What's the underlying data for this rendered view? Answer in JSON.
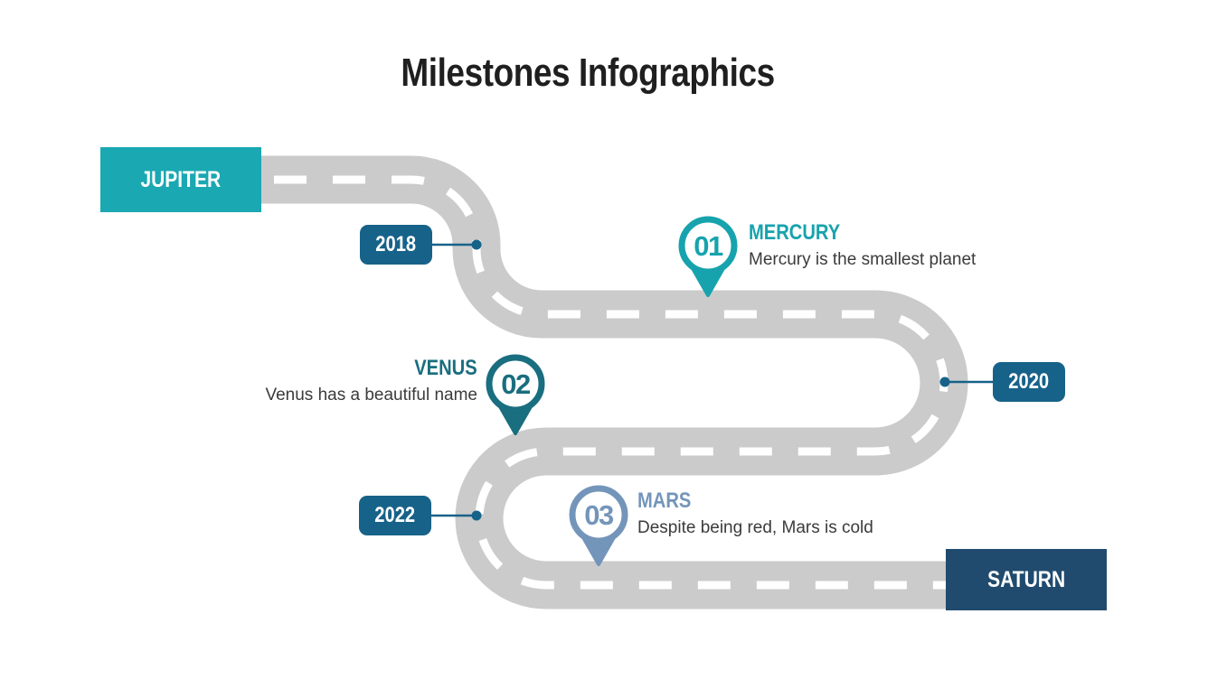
{
  "title": "Milestones Infographics",
  "colors": {
    "road_gray": "#cbcbcb",
    "dash_white": "#ffffff",
    "jupiter_teal": "#1aa8b2",
    "saturn_navy": "#214b6e",
    "date_badge_blue": "#176289",
    "mercury_teal": "#17a3ad",
    "venus_dark_teal": "#196e7f",
    "mars_steel_blue": "#7495ba",
    "title_color": "#1f1f1f",
    "description_color": "#3b3b3b"
  },
  "start_label": {
    "text": "JUPITER"
  },
  "end_label": {
    "text": "SATURN"
  },
  "dates": [
    {
      "text": "2018"
    },
    {
      "text": "2020"
    },
    {
      "text": "2022"
    }
  ],
  "milestones": [
    {
      "number": "01",
      "name": "MERCURY",
      "description": "Mercury is the smallest planet"
    },
    {
      "number": "02",
      "name": "VENUS",
      "description": "Venus has a beautiful name"
    },
    {
      "number": "03",
      "name": "MARS",
      "description": "Despite being red, Mars is cold"
    }
  ]
}
